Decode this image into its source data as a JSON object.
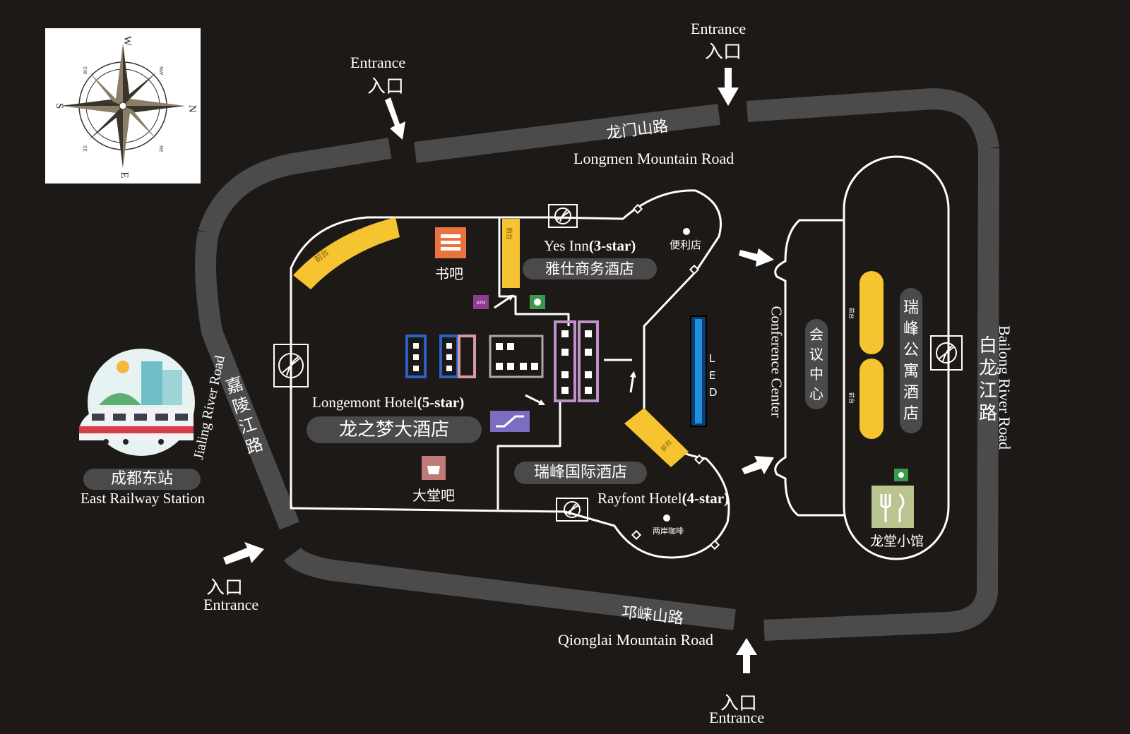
{
  "compass": {
    "directions": {
      "top": "W",
      "right": "N",
      "bottom": "E",
      "left": "S"
    },
    "minor": {
      "top_left": "SW",
      "top_right": "NW",
      "bottom_left": "SE",
      "bottom_right": "NE"
    }
  },
  "entrances": {
    "north_left": {
      "en": "Entrance",
      "cn": "入口"
    },
    "north_right": {
      "en": "Entrance",
      "cn": "入口"
    },
    "west": {
      "en": "Entrance",
      "cn": "入口"
    },
    "south": {
      "en": "Entrance",
      "cn": "入口"
    }
  },
  "roads": {
    "longmen": {
      "cn": "龙门山路",
      "en": "Longmen Mountain Road"
    },
    "qionglai": {
      "cn": "邛崃山路",
      "en": "Qionglai Mountain Road"
    },
    "jialing": {
      "cn": "嘉陵江路",
      "en": "Jialing River Road"
    },
    "bailong": {
      "cn": "白龙江路",
      "en": "Bailong River Road"
    }
  },
  "station": {
    "cn": "成都东站",
    "en": "East Railway Station"
  },
  "hotels": {
    "yes_inn": {
      "en": "Yes Inn",
      "stars": "(3-star)",
      "cn": "雅仕商务酒店"
    },
    "longemont": {
      "en": "Longemont Hotel",
      "stars": "(5-star)",
      "cn": "龙之梦大酒店"
    },
    "rayfont": {
      "en": "Rayfont Hotel",
      "stars": "(4-star)",
      "cn": "瑞峰国际酒店"
    },
    "apartment": {
      "cn": "瑞峰公寓酒店"
    }
  },
  "facilities": {
    "book_bar": "书吧",
    "lobby_bar": "大堂吧",
    "convenience": "便利店",
    "coffee": "两岸咖啡",
    "restaurant": "龙堂小馆",
    "front_desk": "前台",
    "atm": "ATM",
    "led": "LED"
  },
  "conference": {
    "en": "Conference Center",
    "cn": "会议中心"
  },
  "colors": {
    "background": "#1d1917",
    "road": "#4b4b4b",
    "building_outline": "#ffffff",
    "desk_yellow": "#f6c431",
    "led_blue": "#1f8fe0",
    "pill": "#4a4a4a"
  }
}
